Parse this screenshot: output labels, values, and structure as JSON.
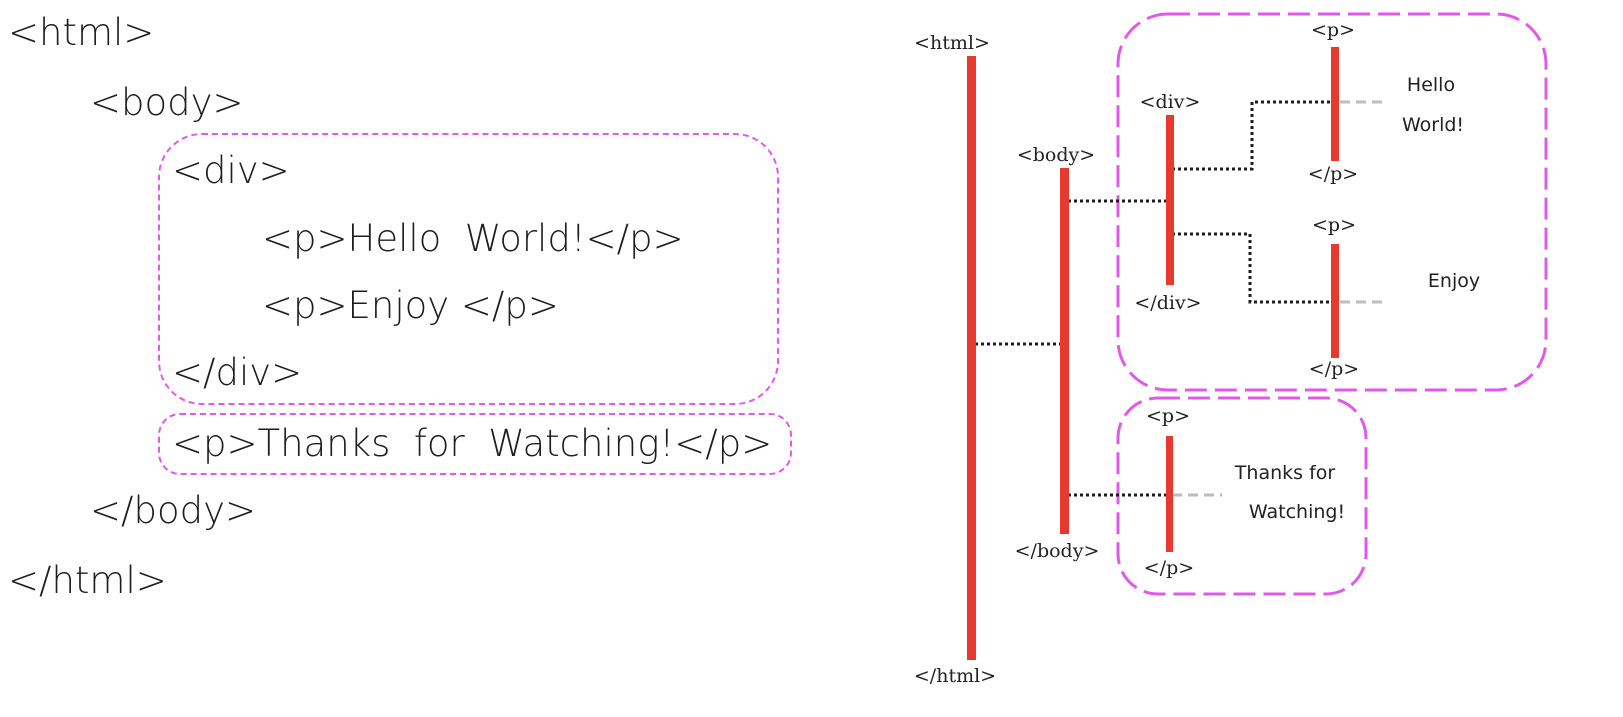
{
  "code": {
    "lines": [
      "<html>",
      "<body>",
      "<div>",
      "<p>Hello  World!</p>",
      "<p>Enjoy </p>",
      "</div>",
      "<p>Thanks  for  Watching!</p>",
      "</body>",
      "</html>"
    ]
  },
  "tree": {
    "html_open": "<html>",
    "html_close": "</html>",
    "body_open": "<body>",
    "body_close": "</body>",
    "div_open": "<div>",
    "div_close": "</div>",
    "p_open": "<p>",
    "p_close": "</p>",
    "p1_text": [
      "Hello",
      "World!"
    ],
    "p2_text": "Enjoy",
    "p3_text": [
      "Thanks for",
      "Watching!"
    ]
  },
  "colors": {
    "bar": "#e8392e",
    "highlight": "#e05ae8",
    "connector": "#1e1e1e",
    "leaf_connector": "#bdbdbd"
  }
}
